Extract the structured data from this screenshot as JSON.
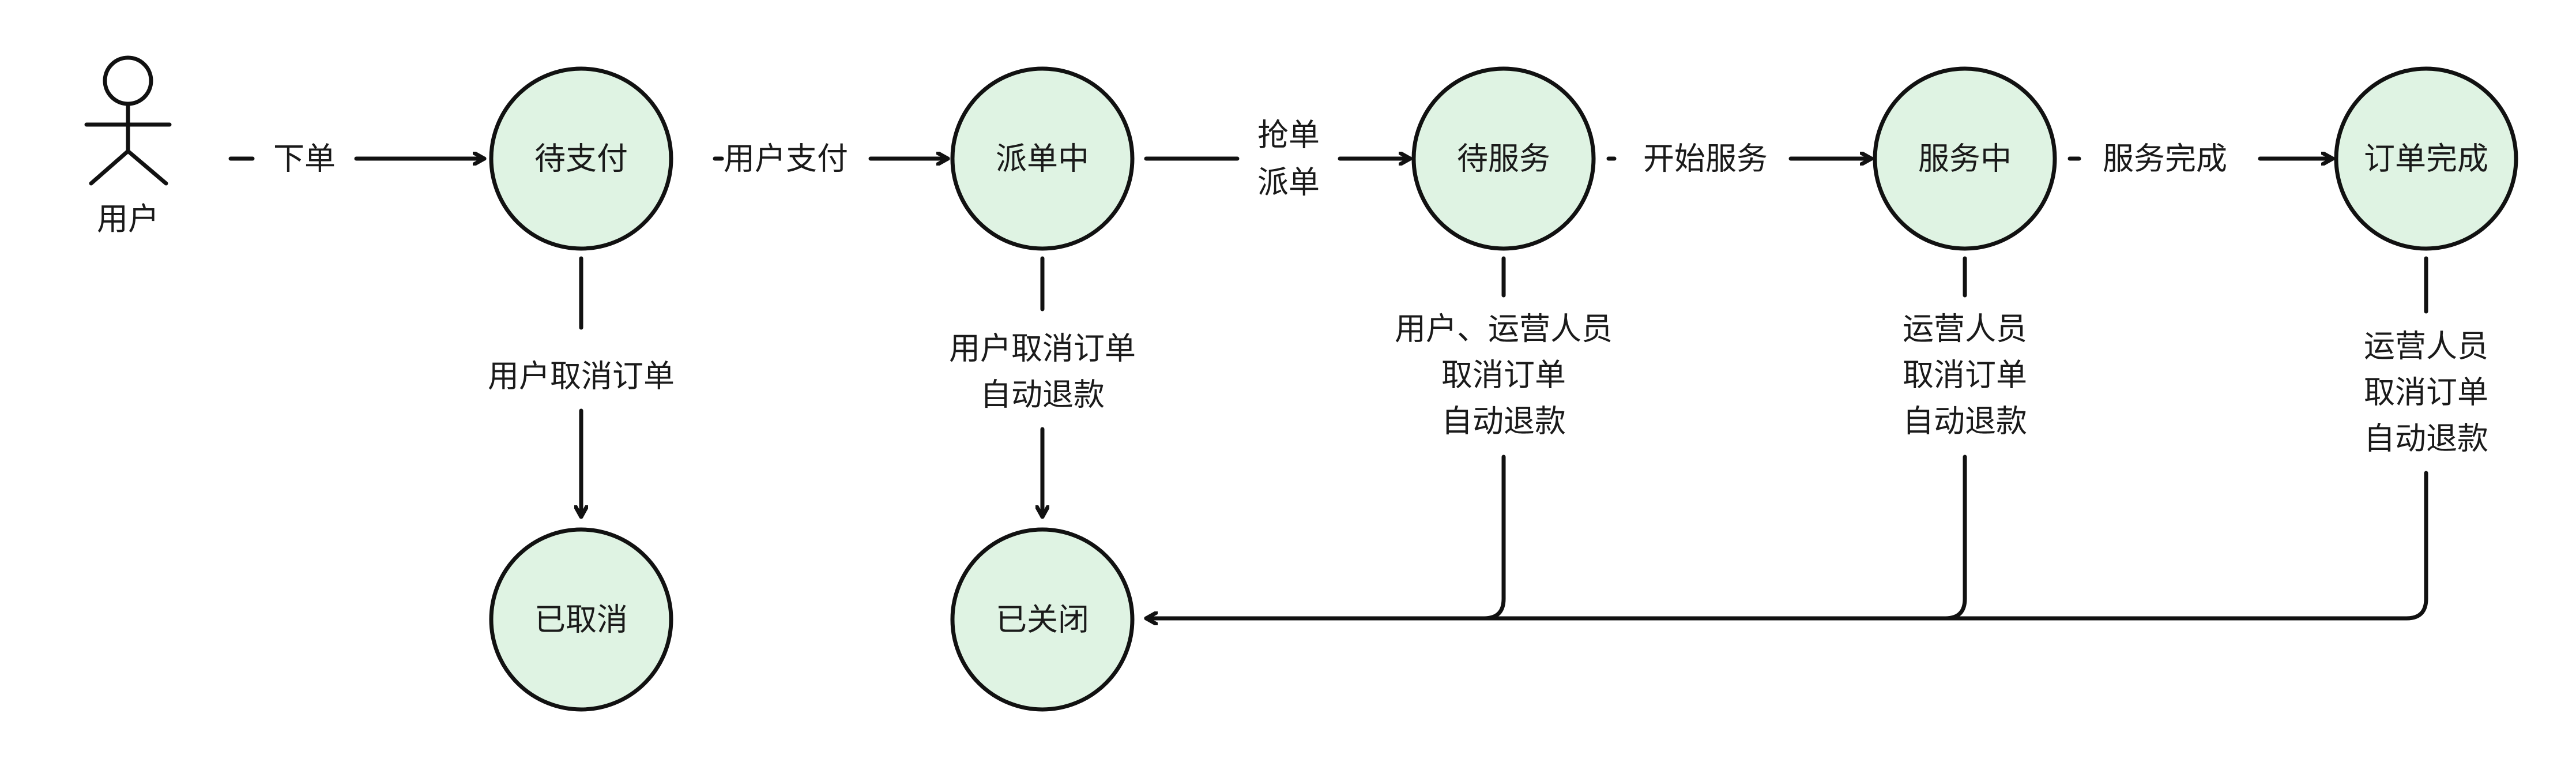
{
  "actor": {
    "label": "用户"
  },
  "states": {
    "pending_payment": "待支付",
    "dispatching": "派单中",
    "pending_service": "待服务",
    "in_service": "服务中",
    "completed": "订单完成",
    "cancelled": "已取消",
    "closed": "已关闭"
  },
  "transitions": {
    "place_order": "下单",
    "user_pay": "用户支付",
    "grab_order": "抢单",
    "dispatch_order": "派单",
    "start_service": "开始服务",
    "service_done": "服务完成",
    "user_cancel": "用户取消订单",
    "dispatching_cancel": [
      "用户取消订单",
      "自动退款"
    ],
    "pending_service_cancel": [
      "用户、运营人员",
      "取消订单",
      "自动退款"
    ],
    "in_service_cancel": [
      "运营人员",
      "取消订单",
      "自动退款"
    ],
    "completed_cancel": [
      "运营人员",
      "取消订单",
      "自动退款"
    ]
  },
  "colors": {
    "state_fill": "#dff3e3",
    "stroke": "#111111",
    "text": "#1a1a1a"
  }
}
